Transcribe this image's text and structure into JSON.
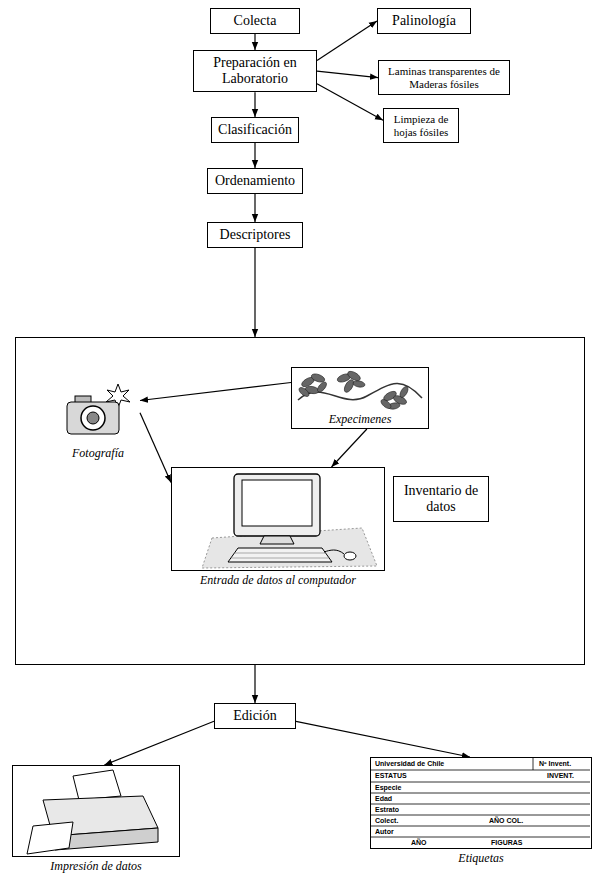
{
  "diagram": {
    "nodes": [
      {
        "text": [
          "Colecta"
        ]
      },
      {
        "text": [
          "Preparación en Laboratorio"
        ]
      },
      {
        "text": [
          "Palinología"
        ]
      },
      {
        "text": [
          "Laminas transparentes de Maderas fósiles"
        ]
      },
      {
        "text": [
          "Limpieza de hojas fósiles"
        ]
      },
      {
        "text": [
          "Clasificación"
        ]
      },
      {
        "text": [
          "Ordenamiento"
        ]
      },
      {
        "text": [
          "Descriptores"
        ]
      },
      {
        "text": [
          "Inventario de datos"
        ]
      },
      {
        "text": [
          "Expecimenes"
        ],
        "in": 8
      },
      {
        "text": [
          "Fotografía"
        ],
        "in": 8
      },
      {
        "text": [
          "Entrada de datos al computador"
        ],
        "in": 8
      },
      {
        "text": [
          "Edición"
        ]
      },
      {
        "text": [
          "Impresión de datos"
        ]
      },
      {
        "text": [
          "Universidad de Chile",
          "Nº Invent.",
          "ESTATUS",
          "INVENT.",
          "Especie",
          "Edad",
          "Estrato",
          "Colect.",
          "AÑO COL.",
          "Autor",
          "AÑO",
          "FIGURAS",
          "Etiquetas"
        ]
      }
    ],
    "edges": [
      {
        "from": 0,
        "to": 1,
        "arrow": "to"
      },
      {
        "from": 1,
        "to": 2,
        "arrow": "to"
      },
      {
        "from": 1,
        "to": 3,
        "arrow": "to"
      },
      {
        "from": 1,
        "to": 4,
        "arrow": "to"
      },
      {
        "from": 1,
        "to": 5,
        "arrow": "to"
      },
      {
        "from": 5,
        "to": 6,
        "arrow": "to"
      },
      {
        "from": 6,
        "to": 7,
        "arrow": "to"
      },
      {
        "from": 7,
        "to": 8,
        "arrow": "to"
      },
      {
        "from": 9,
        "to": 10,
        "arrow": "to"
      },
      {
        "from": 9,
        "to": 11,
        "arrow": "to"
      },
      {
        "from": 10,
        "to": 11,
        "arrow": "to"
      },
      {
        "from": 8,
        "to": 12,
        "arrow": "to"
      },
      {
        "from": 12,
        "to": 13,
        "arrow": "to"
      },
      {
        "from": 12,
        "to": 14,
        "arrow": "to"
      }
    ]
  }
}
